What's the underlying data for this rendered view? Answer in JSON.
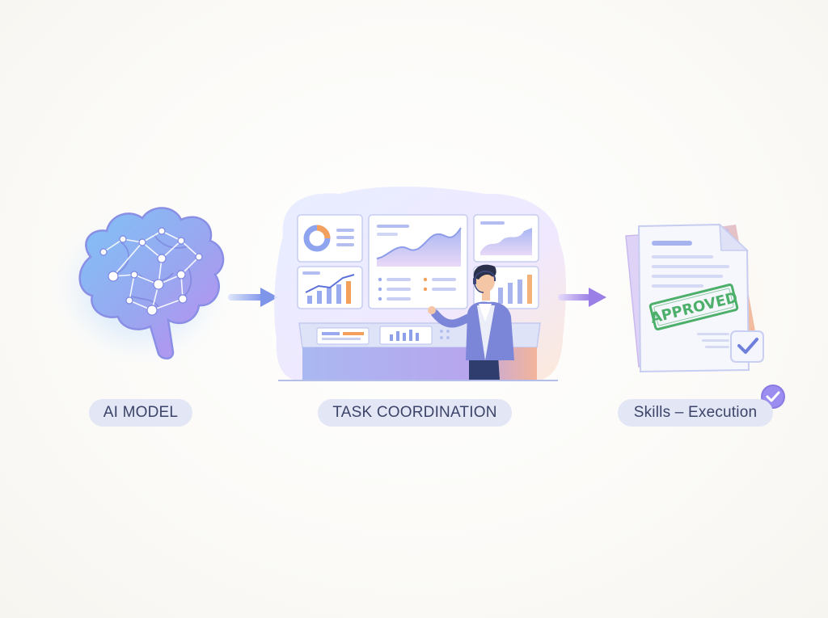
{
  "steps": [
    {
      "label": "AI MODEL",
      "icon": "brain-network-icon"
    },
    {
      "label": "TASK COORDINATION",
      "icon": "control-room-icon"
    },
    {
      "label": "Skills – Execution",
      "icon": "approved-document-icon"
    }
  ],
  "stamp": {
    "text": "APPROVED"
  },
  "colors": {
    "pill_bg": "#e3e6f5",
    "pill_text": "#3b4468",
    "arrow": "#8fa2ec",
    "brain_blue": "#8fb6f6",
    "brain_purple": "#b7a0f2",
    "stamp_green": "#4caf6a",
    "accent_orange": "#f2a05c"
  }
}
